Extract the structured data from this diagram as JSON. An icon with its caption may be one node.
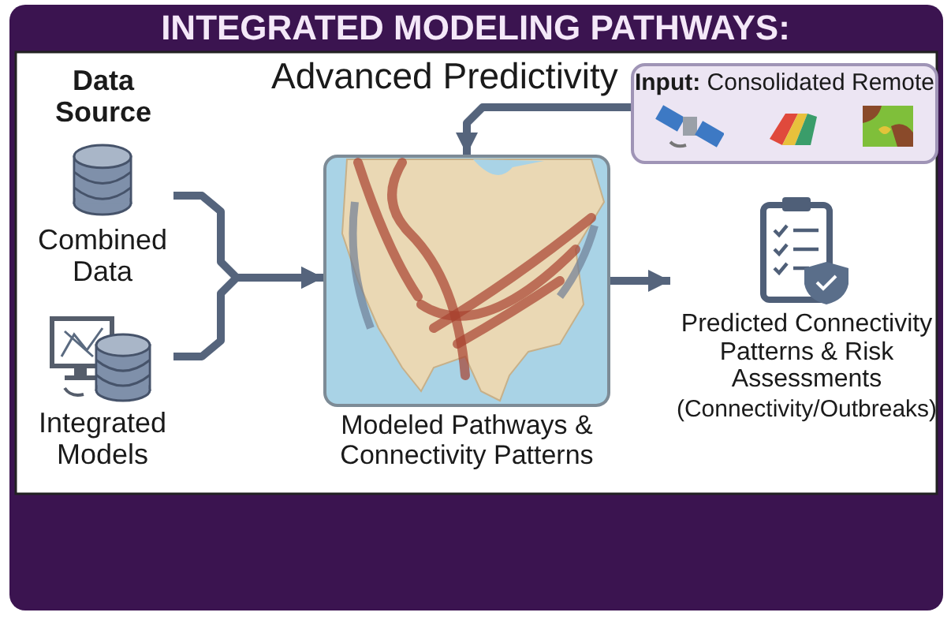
{
  "diagram": {
    "title": "INTEGRATED MODELING PATHWAYS:",
    "nodes": [
      {
        "text": [
          "Combined Data"
        ]
      },
      {
        "text": [
          "Integrated Models"
        ]
      },
      {
        "text": [
          "Modeled Pathways & Connectivity Patterns"
        ]
      },
      {
        "text": [
          "**Input:** Consolidated Remote"
        ]
      },
      {
        "text": [
          "Predicted Connectivity Patterns & Risk Assessments",
          "(Connectivity/Outbreaks)"
        ]
      }
    ],
    "edges": [
      {
        "from": 0,
        "to": 2,
        "arrow": "to"
      },
      {
        "from": 1,
        "to": 2,
        "arrow": "to"
      },
      {
        "from": 3,
        "to": 2,
        "arrow": "to"
      },
      {
        "from": 2,
        "to": 4,
        "arrow": "to"
      }
    ],
    "labels": [
      "Data Source",
      "Advanced Predictivity"
    ]
  }
}
